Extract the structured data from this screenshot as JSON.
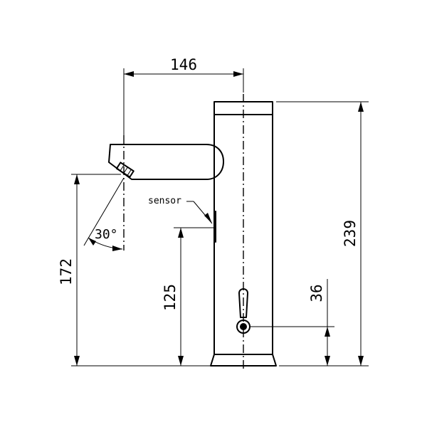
{
  "dimensions": {
    "spout_reach": "146",
    "total_height": "239",
    "spout_height": "172",
    "sensor_height": "125",
    "knob_height": "36"
  },
  "annotations": {
    "sensor_label": "sensor",
    "angle_label": "30°"
  }
}
